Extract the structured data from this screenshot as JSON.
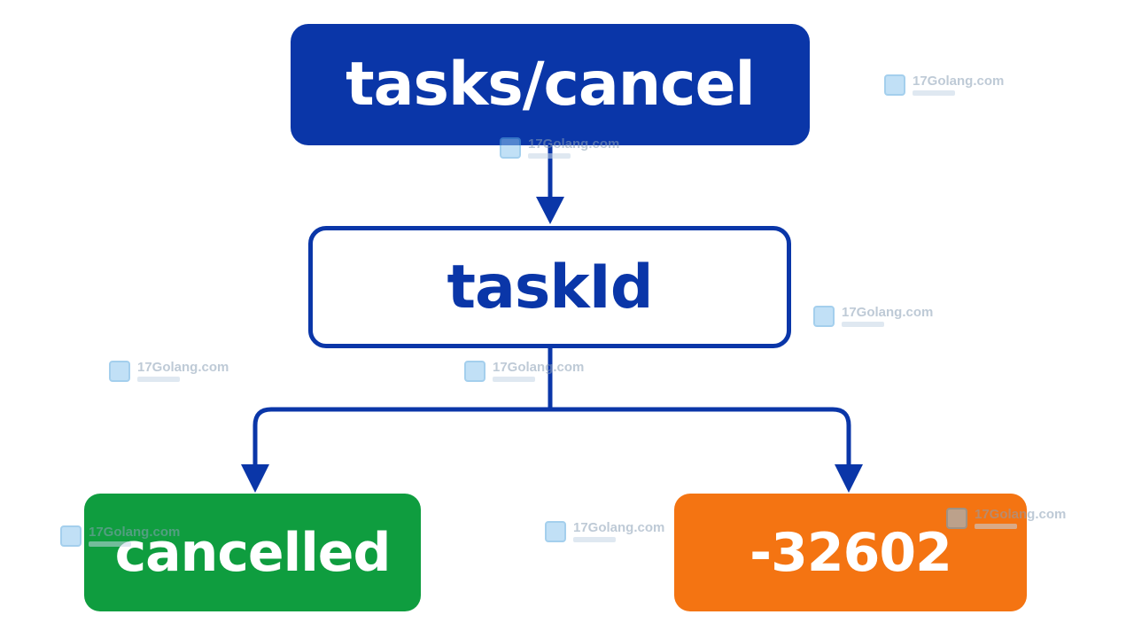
{
  "diagram": {
    "root": {
      "label": "tasks/cancel"
    },
    "middle": {
      "label": "taskId"
    },
    "left": {
      "label": "cancelled"
    },
    "right": {
      "label": "-32602"
    }
  },
  "colors": {
    "primary_blue": "#0a36a8",
    "success_green": "#0f9d3f",
    "error_orange": "#f47412",
    "background": "#ffffff"
  },
  "watermark": {
    "text": "17Golang.com"
  }
}
